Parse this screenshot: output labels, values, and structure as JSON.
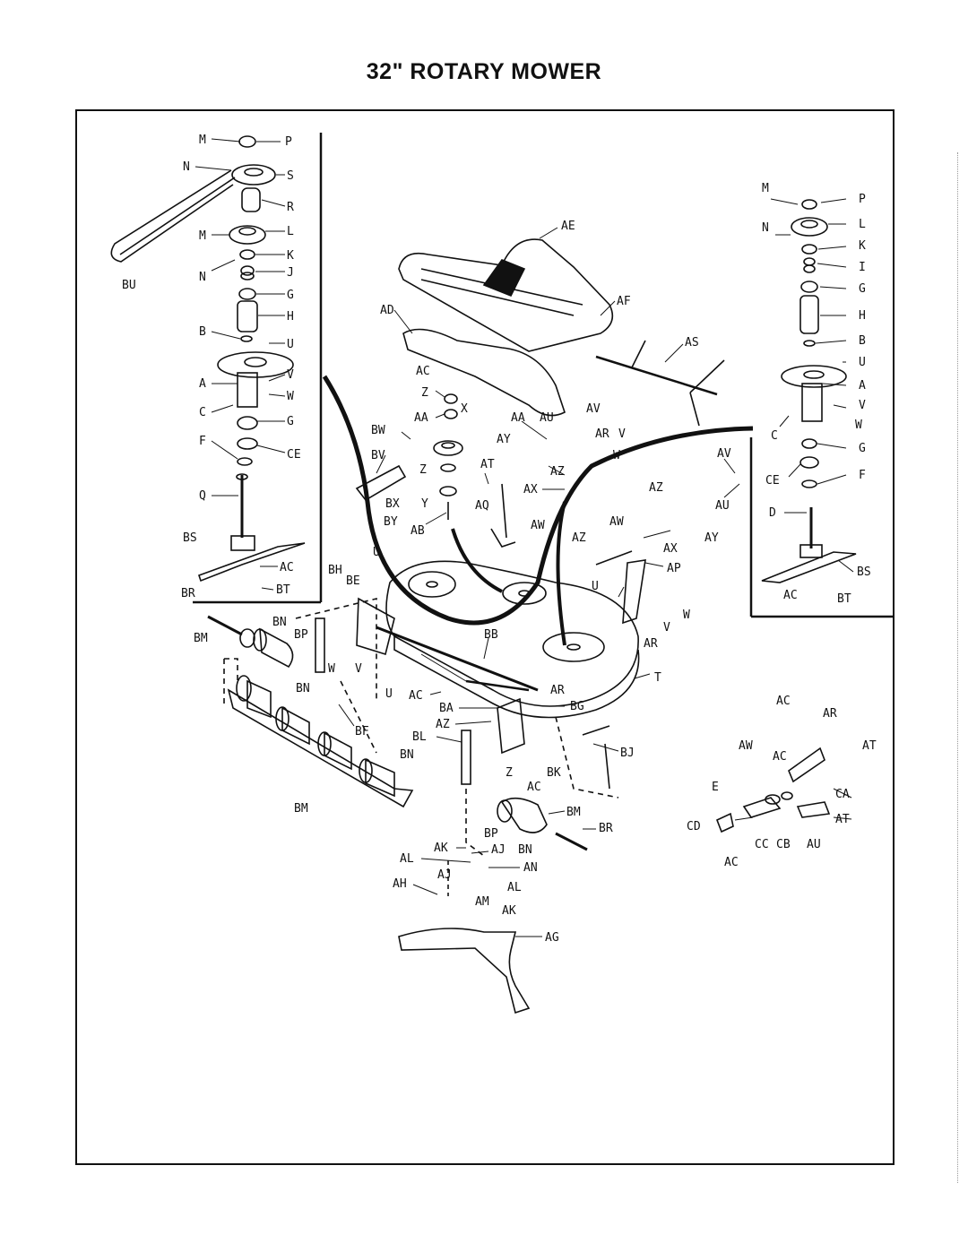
{
  "title": "32\" ROTARY MOWER",
  "labels": {
    "l1": "M",
    "l2": "P",
    "l3": "N",
    "l4": "S",
    "l5": "R",
    "l6": "M",
    "l7": "L",
    "l8": "K",
    "l9": "N",
    "l10": "J",
    "l11": "BU",
    "l12": "G",
    "l13": "H",
    "l14": "B",
    "l15": "U",
    "l16": "A",
    "l17": "V",
    "l18": "W",
    "l19": "C",
    "l20": "G",
    "l21": "F",
    "l22": "CE",
    "l23": "Q",
    "l24": "BS",
    "l25": "AC",
    "l26": "BT",
    "l27": "AE",
    "l28": "AF",
    "l29": "AD",
    "l30": "AS",
    "l31": "AC",
    "l32": "Z",
    "l33": "X",
    "l34": "AA",
    "l35": "AA",
    "l36": "AU",
    "l37": "AV",
    "l38": "BW",
    "l39": "AR",
    "l40": "V",
    "l41": "AY",
    "l42": "W",
    "l43": "BV",
    "l44": "AT",
    "l45": "AZ",
    "l46": "Z",
    "l47": "AX",
    "l48": "BX",
    "l49": "Y",
    "l50": "AQ",
    "l51": "BY",
    "l52": "AB",
    "l53": "AW",
    "l54": "M",
    "l55": "P",
    "l56": "N",
    "l57": "L",
    "l58": "K",
    "l59": "I",
    "l60": "G",
    "l61": "H",
    "l62": "B",
    "l63": "U",
    "l64": "A",
    "l65": "V",
    "l66": "W",
    "l67": "C",
    "l68": "G",
    "l69": "CE",
    "l70": "F",
    "l71": "AV",
    "l72": "AU",
    "l73": "D",
    "l74": "BS",
    "l75": "AC",
    "l76": "BT",
    "l77": "AZ",
    "l78": "AW",
    "l79": "AZ",
    "l80": "AX",
    "l81": "AY",
    "l82": "AP",
    "l83": "U",
    "l84": "W",
    "l85": "V",
    "l86": "AR",
    "l87": "T",
    "l88": "BR",
    "l89": "BH",
    "l90": "BE",
    "l91": "U",
    "l92": "BM",
    "l93": "BN",
    "l94": "BP",
    "l95": "W",
    "l96": "V",
    "l97": "U",
    "l98": "AC",
    "l99": "BN",
    "l100": "BF",
    "l101": "BB",
    "l102": "BA",
    "l103": "AR",
    "l104": "BG",
    "l105": "AZ",
    "l106": "BL",
    "l107": "BJ",
    "l108": "BN",
    "l109": "Z",
    "l110": "BK",
    "l111": "AC",
    "l112": "BM",
    "l113": "BM",
    "l114": "BP",
    "l115": "BR",
    "l116": "AK",
    "l117": "AJ",
    "l118": "BN",
    "l119": "AL",
    "l120": "AN",
    "l121": "AJ",
    "l122": "AL",
    "l123": "AH",
    "l124": "AM",
    "l125": "AK",
    "l126": "AG",
    "l127": "AC",
    "l128": "AR",
    "l129": "AW",
    "l130": "AC",
    "l131": "AT",
    "l132": "E",
    "l133": "CA",
    "l134": "CD",
    "l135": "AT",
    "l136": "CC",
    "l137": "CB",
    "l138": "AU",
    "l139": "AC"
  }
}
